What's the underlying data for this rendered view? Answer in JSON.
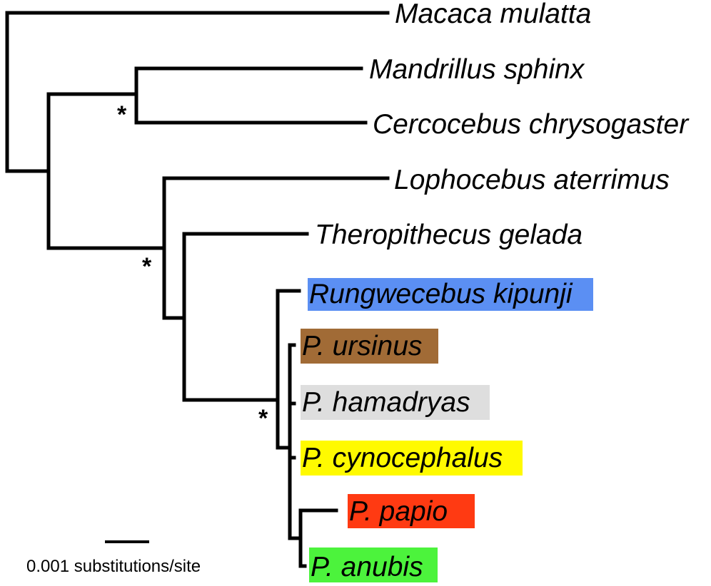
{
  "tree": {
    "leaves": [
      {
        "id": "macaca",
        "label": "Macaca mulatta",
        "highlight": null
      },
      {
        "id": "mandrillus",
        "label": "Mandrillus sphinx",
        "highlight": null
      },
      {
        "id": "cercocebus",
        "label": "Cercocebus chrysogaster",
        "highlight": null
      },
      {
        "id": "lophocebus",
        "label": "Lophocebus aterrimus",
        "highlight": null
      },
      {
        "id": "theropithecus",
        "label": "Theropithecus gelada",
        "highlight": null
      },
      {
        "id": "rungwecebus",
        "label": "Rungwecebus kipunji",
        "highlight": "#5b8ff3"
      },
      {
        "id": "ursinus",
        "label": "P. ursinus",
        "highlight": "#a16b36"
      },
      {
        "id": "hamadryas",
        "label": "P. hamadryas",
        "highlight": "#dedede"
      },
      {
        "id": "cynocephalus",
        "label": "P. cynocephalus",
        "highlight": "#fffa00"
      },
      {
        "id": "papio",
        "label": "P. papio",
        "highlight": "#ff3a12"
      },
      {
        "id": "anubis",
        "label": "P. anubis",
        "highlight": "#4cf33c"
      }
    ],
    "support_marker": "*",
    "scale_bar": {
      "label": "0.001 substitutions/site"
    }
  }
}
